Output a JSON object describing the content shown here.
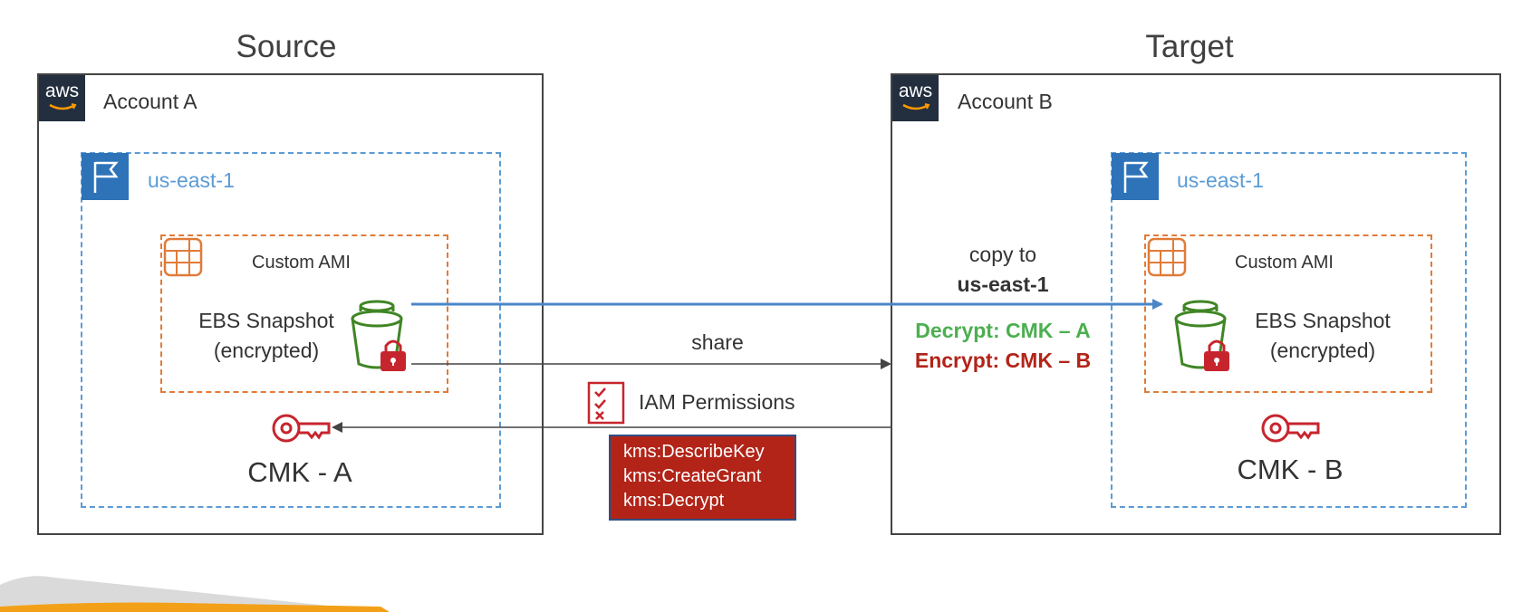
{
  "source": {
    "title": "Source",
    "account": "Account A",
    "region": "us-east-1",
    "ami_label": "Custom AMI",
    "snapshot_line1": "EBS Snapshot",
    "snapshot_line2": "(encrypted)",
    "cmk": "CMK - A"
  },
  "target": {
    "title": "Target",
    "account": "Account B",
    "region": "us-east-1",
    "ami_label": "Custom AMI",
    "snapshot_line1": "EBS Snapshot",
    "snapshot_line2": "(encrypted)",
    "cmk": "CMK - B"
  },
  "aws_logo_text": "aws",
  "flows": {
    "copy_line1": "copy to",
    "copy_line2": "us-east-1",
    "decrypt": "Decrypt: CMK – A",
    "encrypt": "Encrypt: CMK – B",
    "share": "share",
    "iam": "IAM Permissions"
  },
  "kms_permissions": [
    "kms:DescribeKey",
    "kms:CreateGrant",
    "kms:Decrypt"
  ],
  "colors": {
    "aws_dark": "#232F3E",
    "region_blue": "#5B9BD5",
    "ami_orange": "#E07B39",
    "snapshot_green": "#3F8624",
    "key_red": "#C7252E",
    "kms_red": "#B22418",
    "decrypt_green": "#4CAF50",
    "arrow_blue": "#4A86C8"
  }
}
